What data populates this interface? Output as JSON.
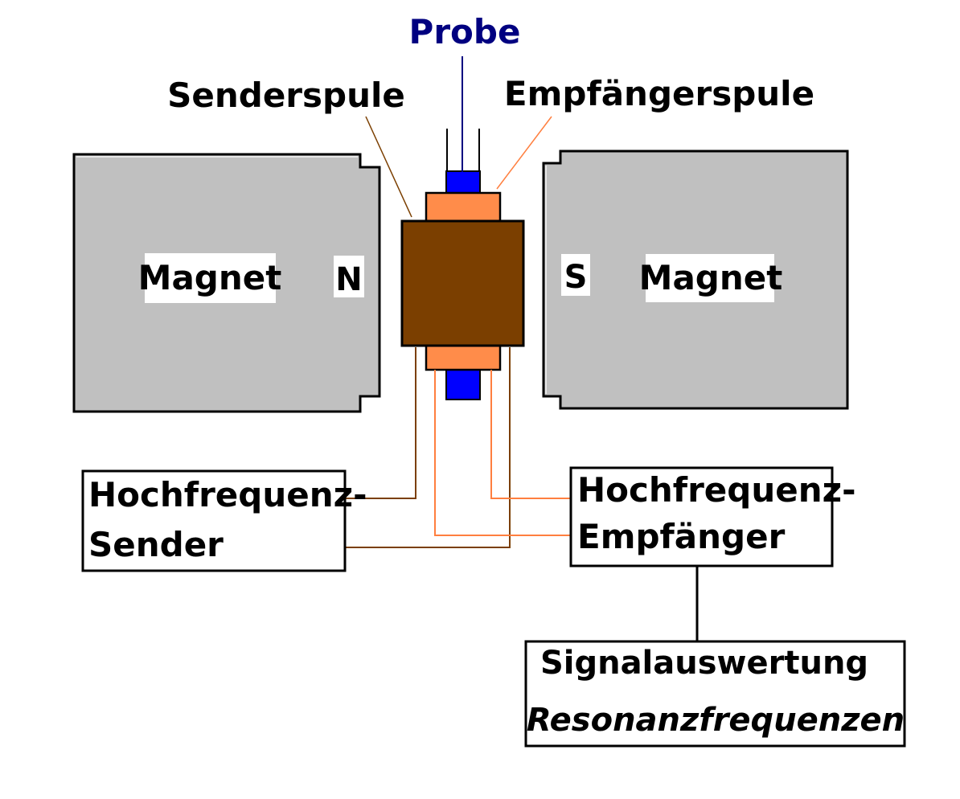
{
  "labels": {
    "probe": "Probe",
    "sender_coil": "Senderspule",
    "receiver_coil": "Empfängerspule",
    "magnet_left": "Magnet",
    "pole_north": "N",
    "magnet_right": "Magnet",
    "pole_south": "S"
  },
  "boxes": {
    "transmitter": {
      "line1": "Hochfrequenz-",
      "line2": "Sender"
    },
    "receiver": {
      "line1": "Hochfrequenz-",
      "line2": "Empfänger"
    },
    "signal": {
      "line1": "Signalauswertung",
      "line2": "Resonanzfrequenzen"
    }
  },
  "colors": {
    "magnet_fill": "#c0c0c0",
    "coil_core": "#7b3f00",
    "coil_ends": "#ff8c4a",
    "probe_blue": "#0000ff",
    "probe_label": "#000080",
    "sender_wire": "#7b3f00",
    "receiver_wire": "#ff7f3f"
  }
}
